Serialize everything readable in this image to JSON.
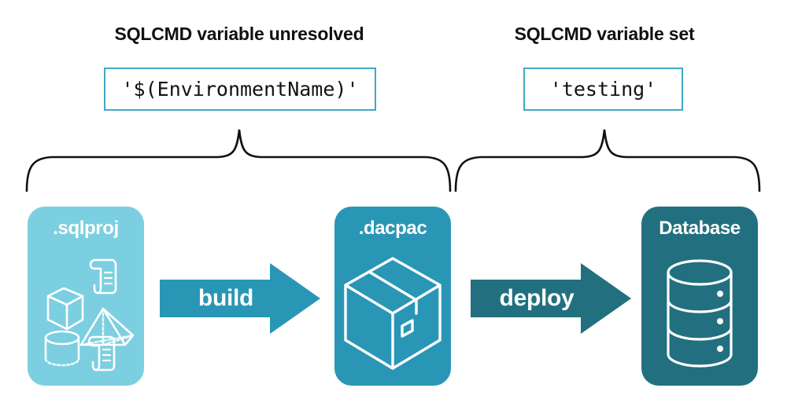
{
  "headings": {
    "left": "SQLCMD variable unresolved",
    "right": "SQLCMD variable set"
  },
  "code_values": {
    "left": "'$(EnvironmentName)'",
    "right": "'testing'"
  },
  "boxes": [
    {
      "id": "sqlproj",
      "label": ".sqlproj",
      "color": "#7ccfe0",
      "icons": [
        "cube-icon",
        "pyramid-icon",
        "cylinder-icon",
        "scroll-icon",
        "scroll-icon"
      ]
    },
    {
      "id": "dacpac",
      "label": ".dacpac",
      "color": "#2a96b6",
      "icons": [
        "package-box-icon"
      ]
    },
    {
      "id": "database",
      "label": "Database",
      "color": "#22707f",
      "icons": [
        "database-cylinder-icon"
      ]
    }
  ],
  "arrows": [
    {
      "id": "build",
      "label": "build",
      "color": "#2a96b6"
    },
    {
      "id": "deploy",
      "label": "deploy",
      "color": "#22707f"
    }
  ],
  "braces": [
    {
      "id": "brace-left",
      "covers": "sqlproj-to-dacpac"
    },
    {
      "id": "brace-right",
      "covers": "dacpac-to-database"
    }
  ],
  "colors": {
    "accent_border": "#3fa9c4",
    "light_teal": "#7ccfe0",
    "mid_teal": "#2a96b6",
    "dark_teal": "#22707f",
    "brace_stroke": "#111111",
    "text": "#111111",
    "background": "#ffffff"
  }
}
